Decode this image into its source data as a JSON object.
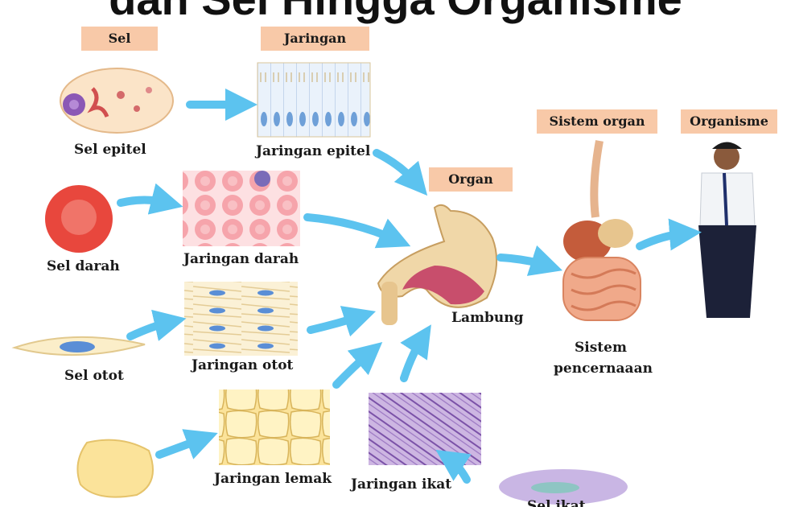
{
  "title": "dan Sel Hingga Organisme",
  "headers": {
    "sel": "Sel",
    "jaringan": "Jaringan",
    "organ": "Organ",
    "sistem_organ": "Sistem organ",
    "organisme": "Organisme"
  },
  "labels": {
    "sel_epitel": "Sel epitel",
    "jaringan_epitel": "Jaringan epitel",
    "sel_darah": "Sel darah",
    "jaringan_darah": "Jaringan darah",
    "sel_otot": "Sel otot",
    "jaringan_otot": "Jaringan otot",
    "jaringan_lemak": "Jaringan lemak",
    "jaringan_ikat": "Jaringan ikat",
    "sel_ikat_partial": "Sel ikat",
    "lambung": "Lambung",
    "sistem_pencernaan_line1": "Sistem",
    "sistem_pencernaan_line2": "pencernaaan"
  },
  "colors": {
    "header_bg": "#f8c9a8",
    "arrow": "#5cc3ef"
  }
}
